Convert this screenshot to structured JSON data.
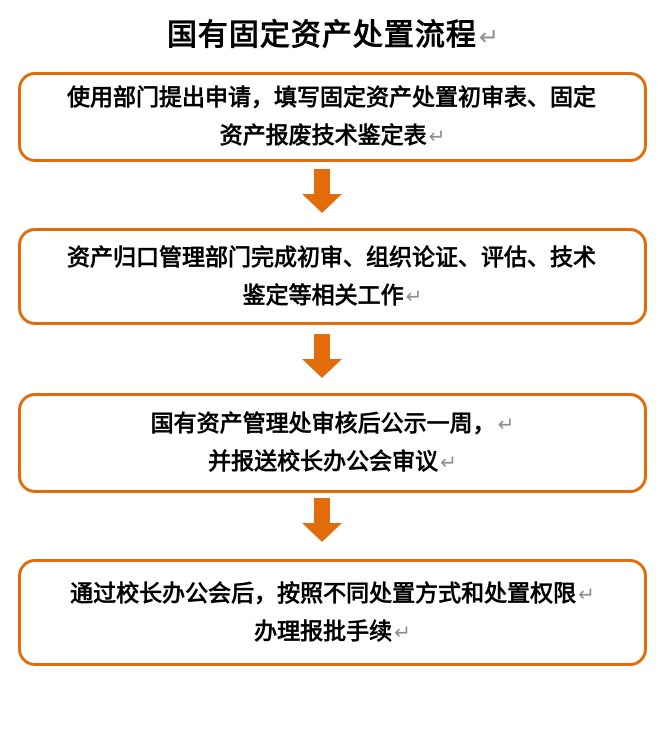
{
  "page": {
    "background_color": "#ffffff",
    "accent_color": "#e36c0a",
    "text_color": "#000000",
    "mark_color": "#8f8f8f"
  },
  "title": {
    "text": "国有固定资产处置流程",
    "mark": "↵"
  },
  "flow": {
    "connector_icon": "down-arrow",
    "boxes": [
      {
        "step": 1,
        "lines": [
          {
            "text": "使用部门提出申请，填写固定资产处置初审表、固定",
            "mark": ""
          },
          {
            "text": "资产报废技术鉴定表",
            "mark": "↵"
          }
        ]
      },
      {
        "step": 2,
        "lines": [
          {
            "text": "资产归口管理部门完成初审、组织论证、评估、技术",
            "mark": ""
          },
          {
            "text": "鉴定等相关工作",
            "mark": "↵"
          }
        ]
      },
      {
        "step": 3,
        "lines": [
          {
            "text": "国有资产管理处审核后公示一周，",
            "mark": "↵"
          },
          {
            "text": "并报送校长办公会审议",
            "mark": "↵"
          }
        ]
      },
      {
        "step": 4,
        "lines": [
          {
            "text": "通过校长办公会后，按照不同处置方式和处置权限",
            "mark": "↵"
          },
          {
            "text": "办理报批手续",
            "mark": "↵"
          }
        ]
      }
    ]
  }
}
